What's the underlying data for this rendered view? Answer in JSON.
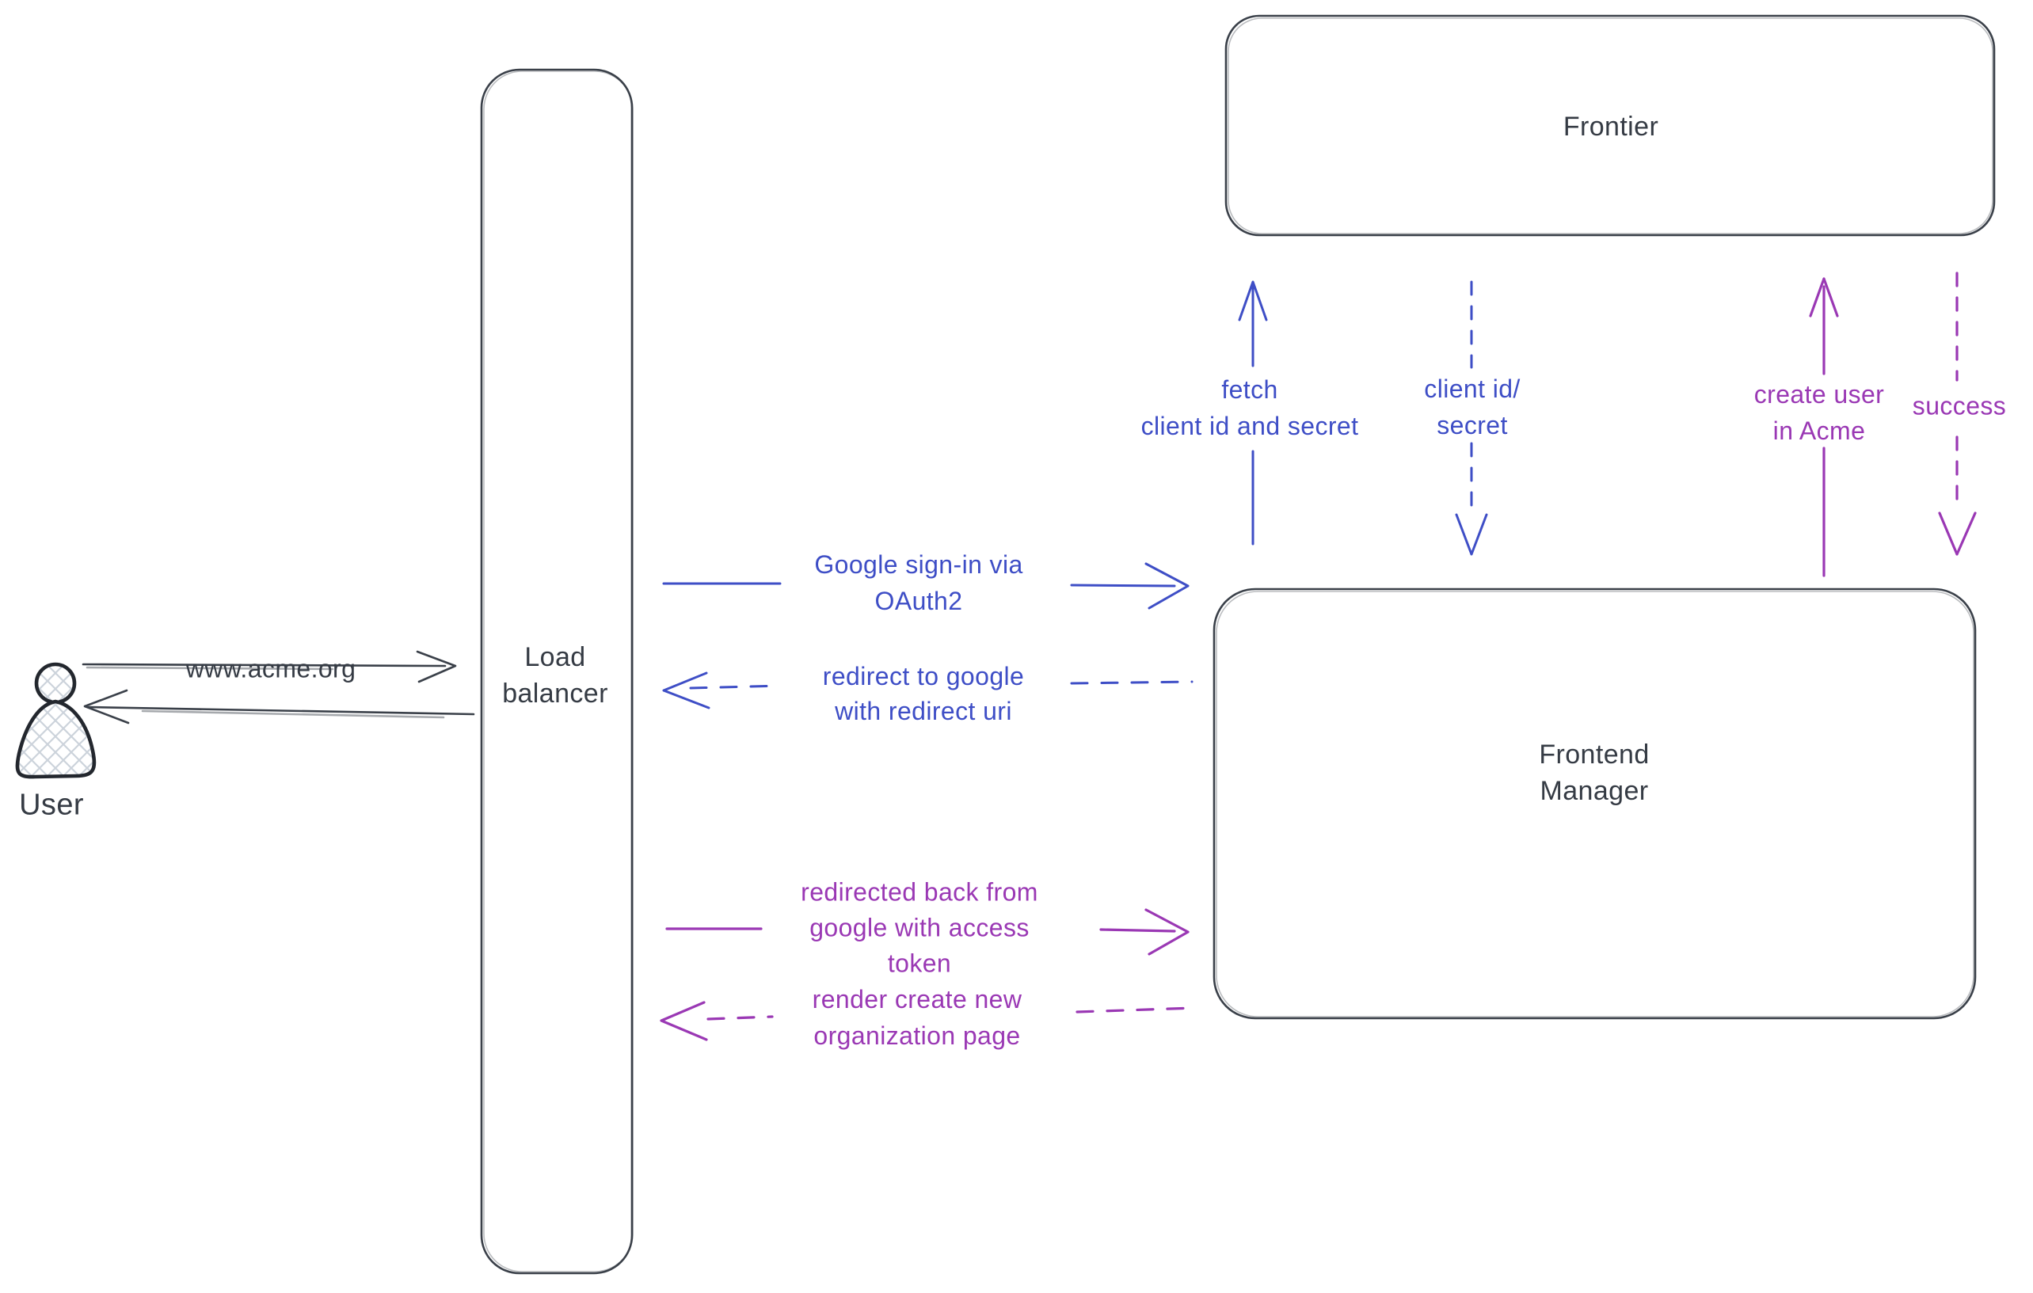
{
  "diagram": {
    "title": "OAuth sign-in flow diagram",
    "colors": {
      "stroke_dark": "#3a4049",
      "text_dark": "#353b44",
      "blue": "#3e4ec6",
      "purple": "#9a38b4",
      "background": "#ffffff",
      "hatch_fill": "#ccd3db"
    },
    "nodes": {
      "user": {
        "label": "User"
      },
      "load_balancer": {
        "lines": [
          "Load",
          "balancer"
        ]
      },
      "frontier": {
        "label": "Frontier"
      },
      "frontend_manager": {
        "lines": [
          "Frontend",
          "Manager"
        ]
      }
    },
    "flows": {
      "www_acme": {
        "lines": [
          "www.acme.org"
        ],
        "color": "#353b44",
        "style": "solid",
        "from": "User",
        "to": "Load balancer"
      },
      "google_signin": {
        "lines": [
          "Google sign-in via",
          "OAuth2"
        ],
        "color": "#3e4ec6",
        "style": "solid",
        "from": "Load balancer",
        "to": "Frontend Manager"
      },
      "redirect_google": {
        "lines": [
          "redirect to google",
          "with redirect uri"
        ],
        "color": "#3e4ec6",
        "style": "dashed",
        "from": "Frontend Manager",
        "to": "Load balancer"
      },
      "fetch_secret": {
        "lines": [
          "fetch",
          "client id and secret"
        ],
        "color": "#3e4ec6",
        "style": "solid",
        "from": "Frontend Manager",
        "to": "Frontier"
      },
      "client_id_secret": {
        "lines": [
          "client id/",
          "secret"
        ],
        "color": "#3e4ec6",
        "style": "dashed",
        "from": "Frontier",
        "to": "Frontend Manager"
      },
      "create_user": {
        "lines": [
          "create user",
          "in Acme"
        ],
        "color": "#9a38b4",
        "style": "solid",
        "from": "Frontend Manager",
        "to": "Frontier"
      },
      "success": {
        "lines": [
          "success"
        ],
        "color": "#9a38b4",
        "style": "dashed",
        "from": "Frontier",
        "to": "Frontend Manager"
      },
      "redirected_back": {
        "lines": [
          "redirected back from",
          "google with access",
          "token"
        ],
        "color": "#9a38b4",
        "style": "solid",
        "from": "Load balancer",
        "to": "Frontend Manager"
      },
      "render_page": {
        "lines": [
          "render create new",
          "organization page"
        ],
        "color": "#9a38b4",
        "style": "dashed",
        "from": "Frontend Manager",
        "to": "Load balancer"
      }
    }
  }
}
